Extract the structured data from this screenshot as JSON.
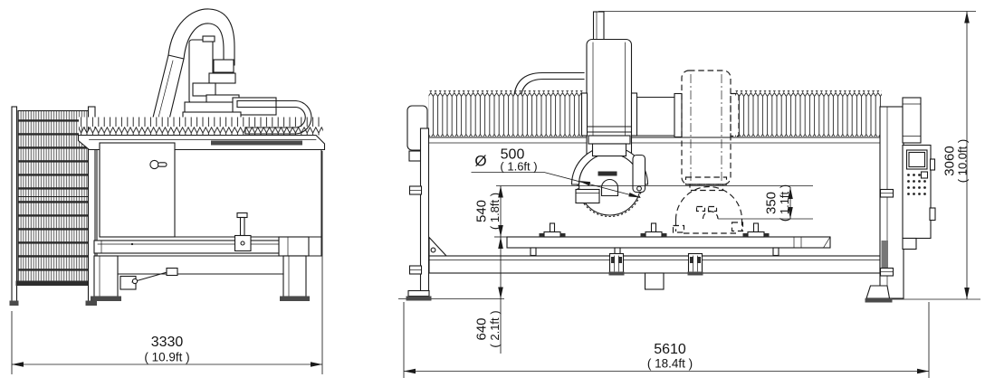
{
  "drawing": {
    "kind": "two-view bridge saw dimension drawing",
    "colors": {
      "line": "#1a1a1a",
      "background": "#ffffff"
    },
    "icons": {
      "keyhole": "keyhole-icon",
      "dimension_arrow": "dimension-arrow-icon"
    }
  },
  "dims": {
    "d3330": {
      "mm": "3330",
      "ft": "( 10.9ft )"
    },
    "d500": {
      "symbol": "Ø",
      "mm": "500",
      "ft": "( 1.6ft )"
    },
    "d540": {
      "mm": "540",
      "ft": "( 1.8ft )"
    },
    "d640": {
      "mm": "640",
      "ft": "( 2.1ft )"
    },
    "d350": {
      "mm": "350",
      "ft": "( 1.1ft )"
    },
    "d3060": {
      "mm": "3060",
      "ft": "( 10.0ft )"
    },
    "d5610": {
      "mm": "5610",
      "ft": "( 18.4ft )"
    }
  }
}
